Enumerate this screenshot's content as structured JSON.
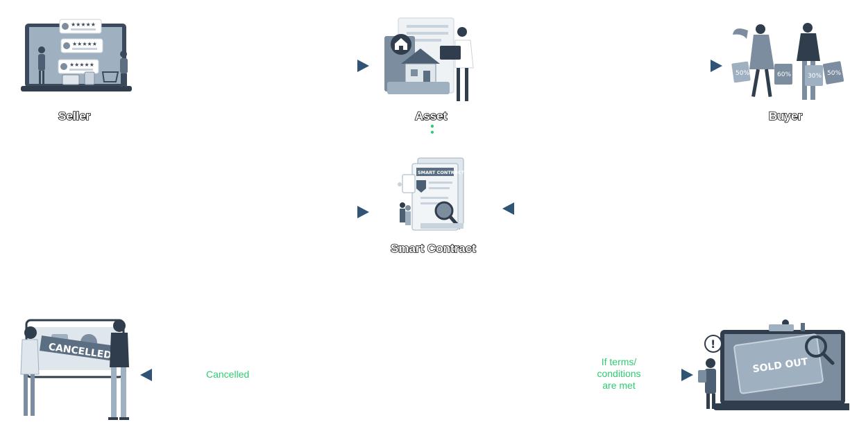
{
  "nodes": {
    "seller": {
      "label": "Seller"
    },
    "asset": {
      "label": "Asset"
    },
    "buyer": {
      "label": "Buyer"
    },
    "smart_contract": {
      "label": "Smart Contract",
      "badge_text": "SMART CONTRACT"
    }
  },
  "outcomes": {
    "cancelled": {
      "label": "Cancelled",
      "stamp_text": "CANCELLED"
    },
    "success": {
      "condition_lines": [
        "If terms/",
        "conditions",
        "are met"
      ],
      "stamp_text": "SOLD OUT"
    }
  },
  "bag_tags": [
    "50%",
    "60%",
    "30%",
    "50%"
  ],
  "colors": {
    "green": "#2ecc71",
    "navy": "#2f5476",
    "ink": "#3a4a5c",
    "slate": "#7c8da0",
    "light": "#c9d3dd"
  }
}
